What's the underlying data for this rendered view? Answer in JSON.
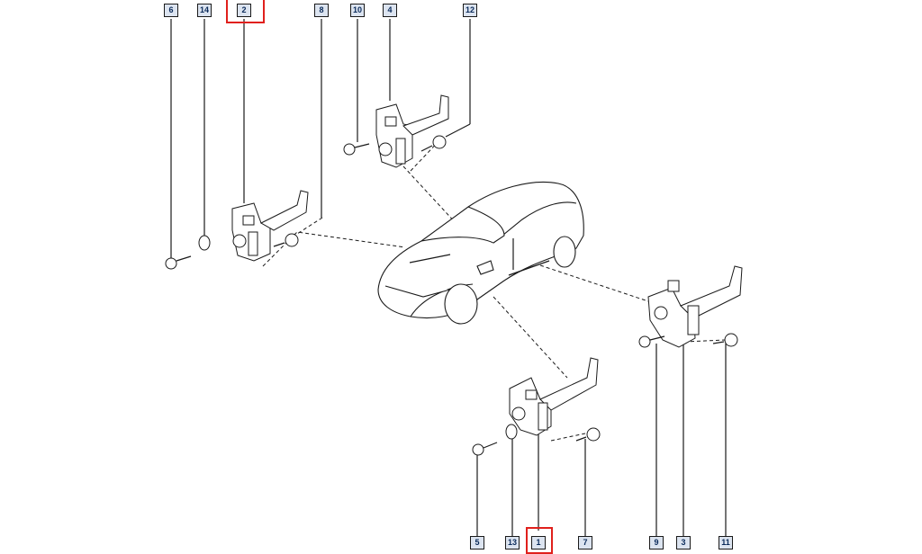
{
  "callouts": {
    "c6": "6",
    "c14a": "14",
    "c2": "2",
    "c8": "8",
    "c10": "10",
    "c4": "4",
    "c12": "12",
    "c5": "5",
    "c13": "13",
    "c1": "1",
    "c7": "7",
    "c9": "9",
    "c3": "3",
    "c11": "11"
  },
  "colors": {
    "highlight": "#e0201c",
    "label_fill": "#dce4f0",
    "line": "#1a1a1a"
  },
  "highlighted_parts": [
    "2",
    "1"
  ]
}
